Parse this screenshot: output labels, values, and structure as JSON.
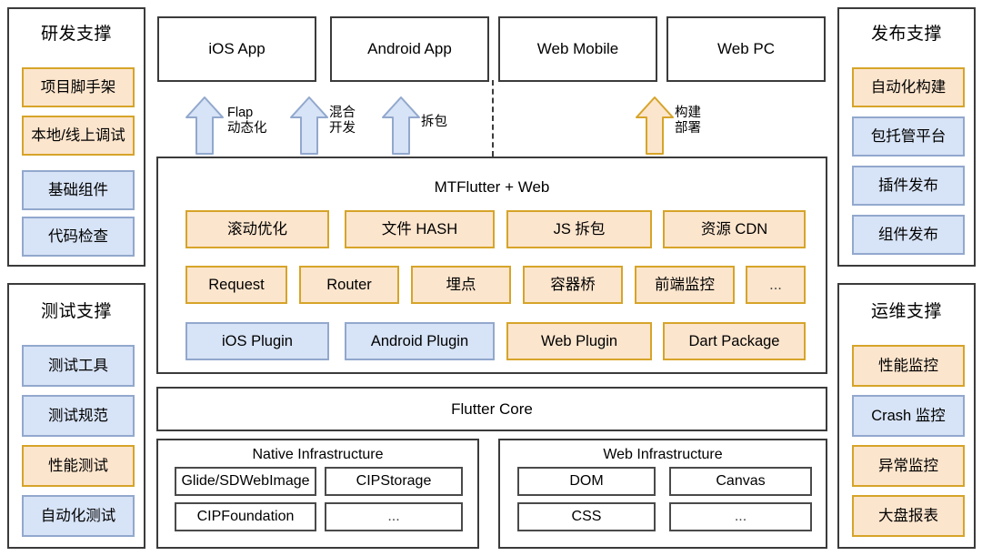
{
  "colors": {
    "orange_fill": "#fce5cd",
    "orange_border": "#d6a429",
    "blue_fill": "#d7e3f6",
    "blue_border": "#92a8cd",
    "outline": "#3b3b3b",
    "background": "#ffffff"
  },
  "left_columns": [
    {
      "title": "研发支撑",
      "items": [
        {
          "label": "项目脚手架",
          "style": "orange"
        },
        {
          "label": "本地/线上调试",
          "style": "orange"
        },
        {
          "label": "基础组件",
          "style": "blue"
        },
        {
          "label": "代码检查",
          "style": "blue"
        }
      ]
    },
    {
      "title": "测试支撑",
      "items": [
        {
          "label": "测试工具",
          "style": "blue"
        },
        {
          "label": "测试规范",
          "style": "blue"
        },
        {
          "label": "性能测试",
          "style": "orange"
        },
        {
          "label": "自动化测试",
          "style": "blue"
        }
      ]
    }
  ],
  "right_columns": [
    {
      "title": "发布支撑",
      "items": [
        {
          "label": "自动化构建",
          "style": "orange"
        },
        {
          "label": "包托管平台",
          "style": "blue"
        },
        {
          "label": "插件发布",
          "style": "blue"
        },
        {
          "label": "组件发布",
          "style": "blue"
        }
      ]
    },
    {
      "title": "运维支撑",
      "items": [
        {
          "label": "性能监控",
          "style": "orange"
        },
        {
          "label": "Crash 监控",
          "style": "blue"
        },
        {
          "label": "异常监控",
          "style": "orange"
        },
        {
          "label": "大盘报表",
          "style": "orange"
        }
      ]
    }
  ],
  "platforms": [
    {
      "label": "iOS App"
    },
    {
      "label": "Android App"
    },
    {
      "label": "Web Mobile"
    },
    {
      "label": "Web PC"
    }
  ],
  "arrows": [
    {
      "label": "Flap\n动态化",
      "style": "blue"
    },
    {
      "label": "混合\n开发",
      "style": "blue"
    },
    {
      "label": "拆包",
      "style": "blue"
    },
    {
      "label": "构建\n部署",
      "style": "orange"
    }
  ],
  "core_stack": {
    "title": "MTFlutter + Web",
    "row_features": [
      {
        "label": "滚动优化",
        "style": "orange"
      },
      {
        "label": "文件 HASH",
        "style": "orange"
      },
      {
        "label": "JS 拆包",
        "style": "orange"
      },
      {
        "label": "资源 CDN",
        "style": "orange"
      }
    ],
    "row_modules": [
      {
        "label": "Request",
        "style": "orange"
      },
      {
        "label": "Router",
        "style": "orange"
      },
      {
        "label": "埋点",
        "style": "orange"
      },
      {
        "label": "容器桥",
        "style": "orange"
      },
      {
        "label": "前端监控",
        "style": "orange"
      },
      {
        "label": "...",
        "style": "orange"
      }
    ],
    "row_plugins": [
      {
        "label": "iOS Plugin",
        "style": "blue"
      },
      {
        "label": "Android Plugin",
        "style": "blue"
      },
      {
        "label": "Web Plugin",
        "style": "orange"
      },
      {
        "label": "Dart Package",
        "style": "orange"
      }
    ]
  },
  "flutter_core": {
    "label": "Flutter  Core"
  },
  "infrastructure": [
    {
      "title": "Native Infrastructure",
      "items": [
        "Glide/SDWebImage",
        "CIPStorage",
        "CIPFoundation",
        "..."
      ]
    },
    {
      "title": "Web Infrastructure",
      "items": [
        "DOM",
        "Canvas",
        "CSS",
        "..."
      ]
    }
  ]
}
